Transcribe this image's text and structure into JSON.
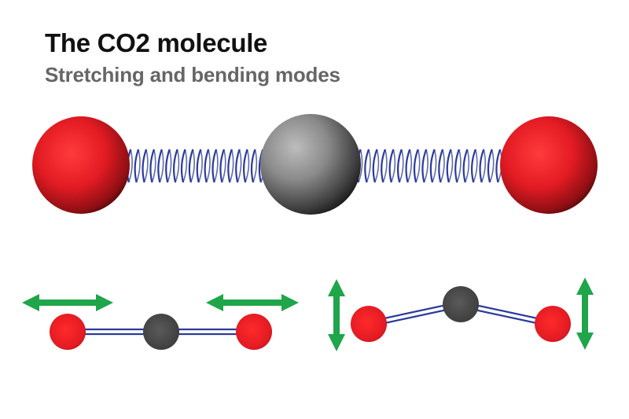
{
  "header": {
    "title": "The CO2 molecule",
    "subtitle": "Stretching and bending modes"
  },
  "colors": {
    "oxygen": "#e31b23",
    "carbon": "#555555",
    "spring": "#2b3a9c",
    "arrow": "#1fa54a",
    "bond": "#2b3a9c"
  },
  "molecule": {
    "atoms": [
      "oxygen",
      "carbon",
      "oxygen"
    ],
    "bonds": [
      "spring",
      "spring"
    ]
  },
  "modes": [
    {
      "mode": "stretching",
      "arrows": "horizontal"
    },
    {
      "mode": "bending",
      "arrows": "vertical"
    }
  ]
}
